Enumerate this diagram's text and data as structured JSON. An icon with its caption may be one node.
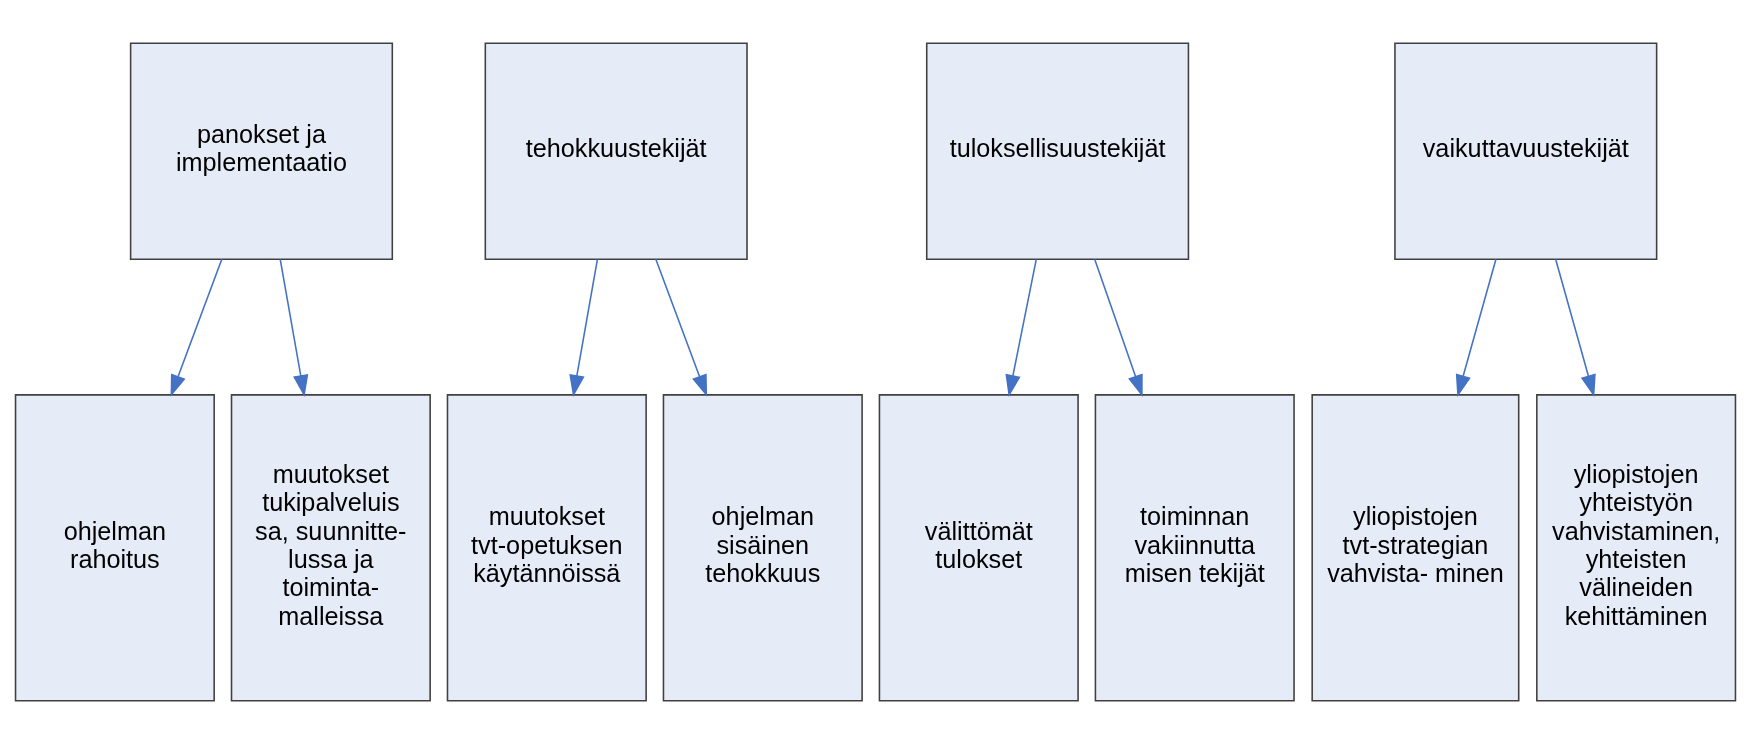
{
  "diagram": {
    "nodes": [
      {
        "text": [
          "panokset ja implementaatio"
        ]
      },
      {
        "text": [
          "tehokkuustekijät"
        ]
      },
      {
        "text": [
          "tuloksellisuustekijät"
        ]
      },
      {
        "text": [
          "vaikuttavuustekijät"
        ]
      },
      {
        "text": [
          "ohjelman rahoitus"
        ]
      },
      {
        "text": [
          "muutokset tukipalveluis sa, suunnitte- lussa ja toiminta- malleissa"
        ]
      },
      {
        "text": [
          "muutokset tvt-opetuksen käytännöissä"
        ]
      },
      {
        "text": [
          "ohjelman sisäinen tehokkuus"
        ]
      },
      {
        "text": [
          "välittömät tulokset"
        ]
      },
      {
        "text": [
          "toiminnan vakiinnutta misen tekijät"
        ]
      },
      {
        "text": [
          "yliopistojen tvt-strategian vahvista- minen"
        ]
      },
      {
        "text": [
          "yliopistojen yhteistyön vahvistaminen, yhteisten välineiden kehittäminen"
        ]
      }
    ],
    "edges": [
      {
        "from": 0,
        "to": 4,
        "arrow": "to"
      },
      {
        "from": 0,
        "to": 5,
        "arrow": "to"
      },
      {
        "from": 1,
        "to": 6,
        "arrow": "to"
      },
      {
        "from": 1,
        "to": 7,
        "arrow": "to"
      },
      {
        "from": 2,
        "to": 8,
        "arrow": "to"
      },
      {
        "from": 2,
        "to": 9,
        "arrow": "to"
      },
      {
        "from": 3,
        "to": 10,
        "arrow": "to"
      },
      {
        "from": 3,
        "to": 11,
        "arrow": "to"
      }
    ]
  }
}
